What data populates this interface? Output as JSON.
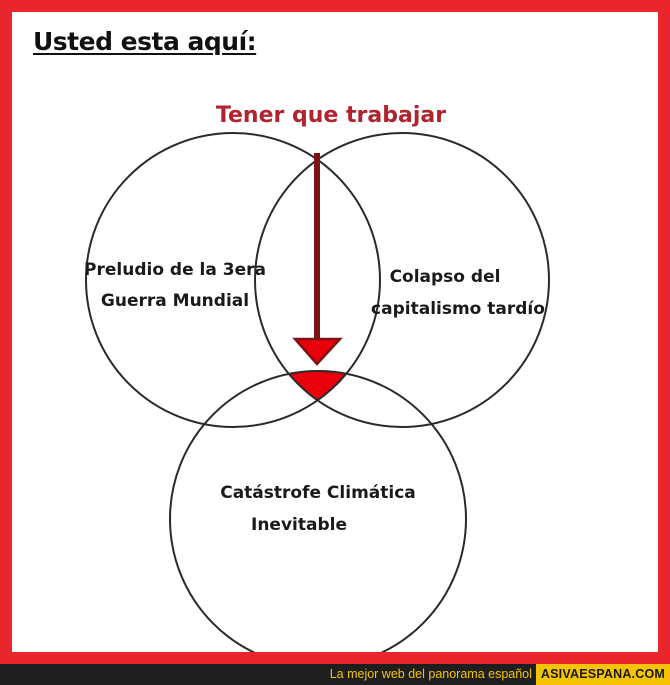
{
  "headline": "Usted esta aquí:",
  "diagram": {
    "pointer_label": "Tener que trabajar",
    "circles": [
      {
        "lines": [
          "Preludio de la 3era",
          "Guerra Mundial"
        ]
      },
      {
        "lines": [
          "Colapso del",
          "capitalismo tardío"
        ]
      },
      {
        "lines": [
          "Catástrofe Climática",
          "Inevitable"
        ]
      }
    ],
    "highlight_color": "#e8000b",
    "arrow_color": "#7a1218",
    "pointer_color": "#b0242f"
  },
  "footer": {
    "tagline": "La mejor web del panorama español",
    "brand": "ASIVAESPANA.COM"
  },
  "frame_color": "#e8262b"
}
